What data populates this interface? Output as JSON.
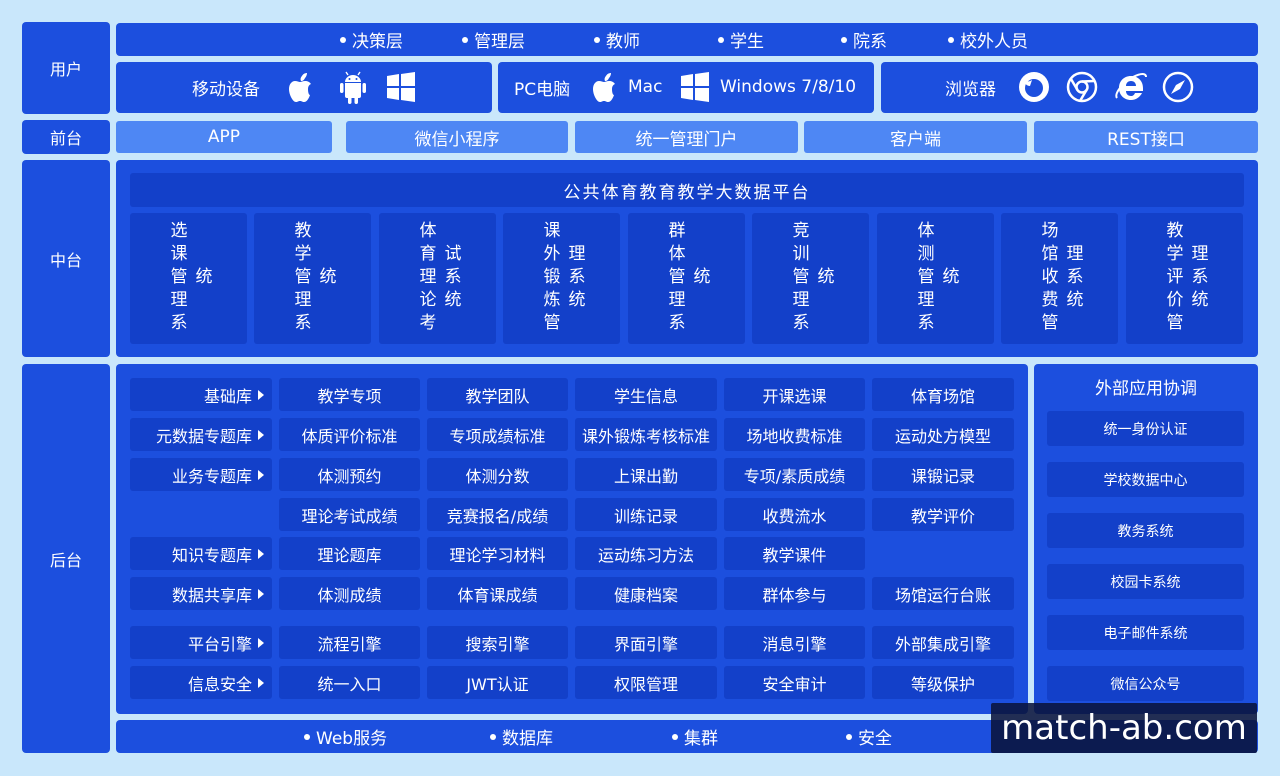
{
  "layers": {
    "user": "用户",
    "front": "前台",
    "middle": "中台",
    "back": "后台"
  },
  "user_roles": [
    "决策层",
    "管理层",
    "教师",
    "学生",
    "院系",
    "校外人员"
  ],
  "devices": {
    "mobile_label": "移动设备",
    "pc_label": "PC电脑",
    "mac_label": "Mac",
    "windows_label": "Windows 7/8/10",
    "browser_label": "浏览器",
    "mobile_icons": [
      "apple-icon",
      "android-icon",
      "windows-icon"
    ],
    "pc_icons": [
      "apple-icon",
      "windows-icon"
    ],
    "browser_icons": [
      "firefox-icon",
      "chrome-icon",
      "ie-icon",
      "safari-icon"
    ]
  },
  "front_items": [
    "APP",
    "微信小程序",
    "统一管理门户",
    "客户端",
    "REST接口"
  ],
  "platform_title": "公共体育教育教学大数据平台",
  "modules": [
    "选课管理系统",
    "教学管理系统",
    "体育理论考试系统",
    "课外锻炼管理系统",
    "群体管理系统",
    "竞训管理系统",
    "体测管理系统",
    "场馆收费管理系统",
    "教学评价管理系统"
  ],
  "back_categories": [
    "基础库",
    "元数据专题库",
    "业务专题库",
    "知识专题库",
    "数据共享库",
    "平台引擎",
    "信息安全"
  ],
  "back_rows": [
    [
      "教学专项",
      "教学团队",
      "学生信息",
      "开课选课",
      "体育场馆"
    ],
    [
      "体质评价标准",
      "专项成绩标准",
      "课外锻炼考核标准",
      "场地收费标准",
      "运动处方模型"
    ],
    [
      "体测预约",
      "体测分数",
      "上课出勤",
      "专项/素质成绩",
      "课锻记录"
    ],
    [
      "理论考试成绩",
      "竞赛报名/成绩",
      "训练记录",
      "收费流水",
      "教学评价"
    ],
    [
      "理论题库",
      "理论学习材料",
      "运动练习方法",
      "教学课件"
    ],
    [
      "体测成绩",
      "体育课成绩",
      "健康档案",
      "群体参与",
      "场馆运行台账"
    ],
    [
      "流程引擎",
      "搜索引擎",
      "界面引擎",
      "消息引擎",
      "外部集成引擎"
    ],
    [
      "统一入口",
      "JWT认证",
      "权限管理",
      "安全审计",
      "等级保护"
    ]
  ],
  "external": {
    "title": "外部应用协调",
    "items": [
      "统一身份认证",
      "学校数据中心",
      "教务系统",
      "校园卡系统",
      "电子邮件系统",
      "微信公众号"
    ]
  },
  "infra": [
    "Web服务",
    "数据库",
    "集群",
    "安全"
  ],
  "watermark": "match-ab.com"
}
